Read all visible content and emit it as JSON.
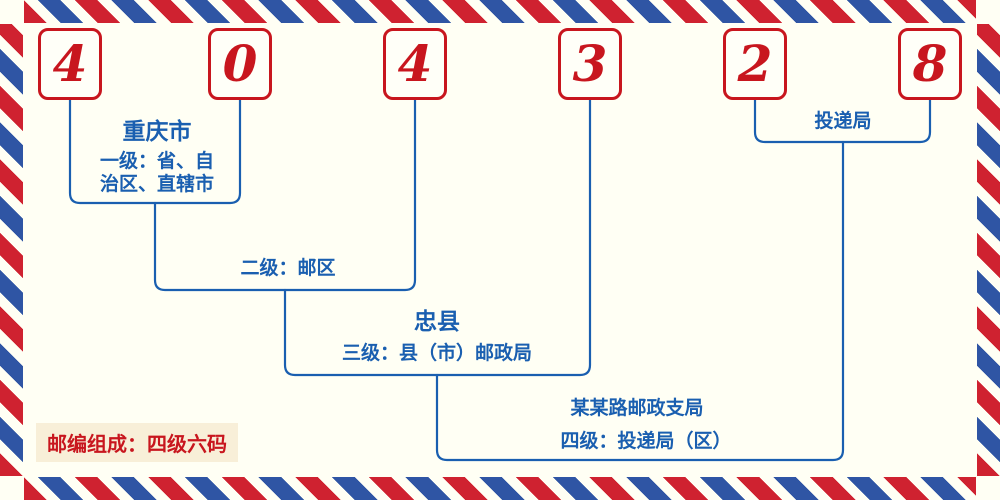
{
  "theme": {
    "background": "#FFFFF4",
    "red": "#C8161E",
    "blue": "#1A5FB0",
    "stripe_red": "#CF2230",
    "stripe_blue": "#2F55A4",
    "footer_bg": "#F8EFD8"
  },
  "postal_code": {
    "digits": [
      "4",
      "0",
      "4",
      "3",
      "2",
      "8"
    ]
  },
  "labels": {
    "level1_region": "重庆市",
    "level1_desc_line1": "一级：省、自",
    "level1_desc_line2": "治区、直辖市",
    "level2_desc": "二级：邮区",
    "level3_region": "忠县",
    "level3_desc": "三级：县（市）邮政局",
    "level4_office": "某某路邮政支局",
    "level4_desc": "四级：投递局（区）",
    "delivery_office": "投递局",
    "footer": "邮编组成：四级六码"
  }
}
